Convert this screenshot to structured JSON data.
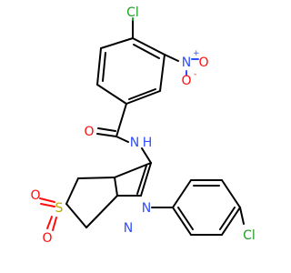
{
  "molecule": {
    "atoms": {
      "cl_top": "Cl",
      "o_carbonyl": "O",
      "n_amide": "N",
      "h_amide": "H",
      "n_nitro": "N",
      "n_nitro_charge": "+",
      "o_nitro": "O",
      "o_nitro_charge": "-",
      "s_sulfone": "S",
      "o_sulfone_left": "O",
      "o_sulfone_bottom": "O",
      "n_pyrazole_2": "N",
      "n_pyrazole_1": "N",
      "cl_right": "Cl"
    },
    "colors": {
      "carbon": "#000000",
      "oxygen": "#ff0d0d",
      "nitrogen": "#3050f8",
      "sulfur": "#b8a800",
      "chlorine": "#1fa01f"
    }
  }
}
